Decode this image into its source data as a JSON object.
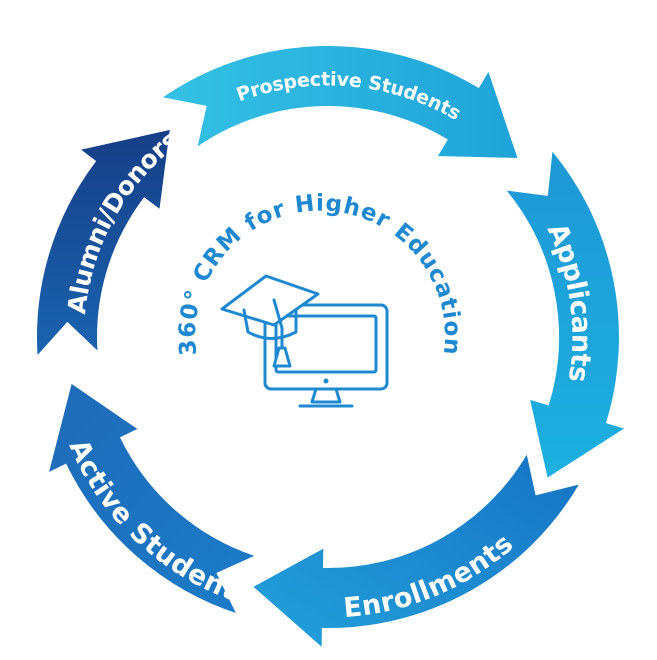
{
  "diagram": {
    "center_title": "360° CRM for Higher Education",
    "center_icon": "graduation-cap-monitor-icon",
    "stages": [
      {
        "label": "Prospective Students",
        "color": "#2fb0dc"
      },
      {
        "label": "Applicants",
        "color": "#1e9fd9"
      },
      {
        "label": "Enrollments",
        "color": "#1a86cf"
      },
      {
        "label": "Active Students",
        "color": "#1c72c2"
      },
      {
        "label": "Alumni/Donors",
        "color": "#1a4f98"
      }
    ],
    "accent_color": "#1e88d0"
  }
}
